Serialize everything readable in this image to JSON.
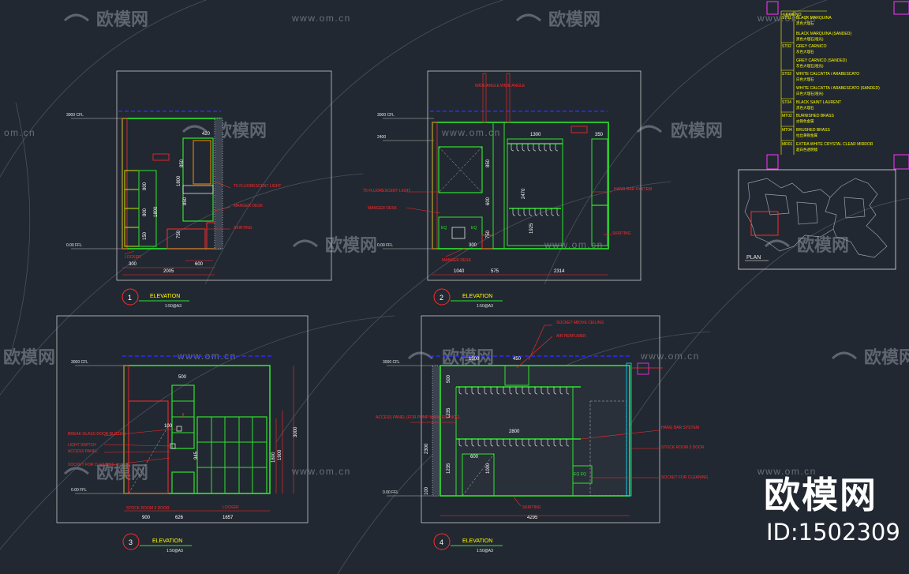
{
  "watermark": {
    "brand": "欧模网",
    "url": "www.om.cn",
    "url_alt": "om.cn",
    "id_label": "ID:1502309"
  },
  "levels": {
    "cfl": "3000 CFL",
    "ffl": "0.00 FFL",
    "lvl2400": "2400"
  },
  "elevations": [
    {
      "number": "1",
      "title": "ELEVATION",
      "scale": "1:50@A3",
      "labels": {
        "t5": "T5 FLUORESCENT LIGHT",
        "manger": "MANGER DESK",
        "skirting": "SKIRTING",
        "locker": "LOCKER"
      },
      "dims": {
        "d420": "420",
        "d850": "850",
        "d1800": "1800",
        "d800": "800",
        "d150": "150",
        "d850b": "850",
        "d750": "750",
        "d300": "300",
        "d600": "600",
        "total": "2005"
      }
    },
    {
      "number": "2",
      "title": "ELEVATION",
      "scale": "1:50@A3",
      "labels": {
        "wide1": "WIDE ANGLE",
        "wide2": "WIDE ANGLE",
        "t5": "T5 FLUORESCENT LIGHT",
        "manger": "MANGER DESK",
        "hang": "HANG BAR SYSTEM",
        "skirting": "SKIRTING",
        "manger2": "MANGER DESK"
      },
      "dims": {
        "d1300": "1300",
        "d350": "350",
        "d850": "850",
        "d2470": "2470",
        "d1925": "1925",
        "d600": "600",
        "d750": "750",
        "d300": "300",
        "w1040": "1040",
        "w575": "575",
        "w2314": "2314"
      }
    },
    {
      "number": "3",
      "title": "ELEVATION",
      "scale": "1:50@A3",
      "labels": {
        "break": "BREAK GLASS DOOR BUTTON",
        "light": "LIGHT SWITCH",
        "access": "ACCESS PANEL",
        "socket": "SOCKET FOR CLEANING",
        "stock": "STOCK ROOM 3 DOOR",
        "locker": "LOCKER"
      },
      "dims": {
        "d500": "500",
        "d100": "100",
        "d945": "945",
        "d1900": "1900",
        "d1800": "1800",
        "d3000": "3000",
        "w900": "900",
        "w626": "626",
        "w1657": "1657"
      }
    },
    {
      "number": "4",
      "title": "ELEVATION",
      "scale": "1:50@A3",
      "labels": {
        "socket_above": "SOCKET ABOVE CEILING",
        "air": "AIR PERFUMER",
        "access": "ACCESS PANEL (FOR PUMP MAINTENANCE)",
        "hang": "HANG BAR SYSTEM",
        "stock": "STOCK ROOM 3 DOOR",
        "socket": "SOCKET FOR CLEANING",
        "skirting": "SKIRTING"
      },
      "dims": {
        "d1500": "1500",
        "d450": "450",
        "d2800": "2800",
        "d600": "600",
        "d1235": "1235",
        "d1000": "1000",
        "d2300": "2300",
        "d500": "500",
        "d100": "100",
        "w4295": "4295"
      }
    }
  ],
  "legend": {
    "title": "LEGEND",
    "items": [
      {
        "code": "ST01",
        "name": "BLACK MARQUINA",
        "sub": "黑色大理石"
      },
      {
        "code": "",
        "name": "BLACK MARQUINA (SANDED)",
        "sub": "黑色大理石(哑光)"
      },
      {
        "code": "ST02",
        "name": "GREY CARNICO",
        "sub": "灰色大理石"
      },
      {
        "code": "",
        "name": "GREY CARNICO (SANDED)",
        "sub": "灰色大理石(哑光)"
      },
      {
        "code": "ST03",
        "name": "WHITE CALCATTA / ARABESCATO",
        "sub": "白色大理石"
      },
      {
        "code": "",
        "name": "WHITE CALCATTA / ARABESCATO (SANDED)",
        "sub": "白色大理石(哑光)"
      },
      {
        "code": "ST04",
        "name": "BLACK SAINT LAURENT",
        "sub": "黑色大理石"
      },
      {
        "code": "MT02",
        "name": "BURNISHED BRASS",
        "sub": "古铜色金属"
      },
      {
        "code": "MT04",
        "name": "BRUSHED BRASS",
        "sub": "拉丝黄铜金属"
      },
      {
        "code": "MR01",
        "name": "EXTRA WHITE CRYSTAL CLEAR MIRROR",
        "sub": "超白色透明镜"
      }
    ]
  },
  "plan": {
    "label": "PLAN"
  }
}
